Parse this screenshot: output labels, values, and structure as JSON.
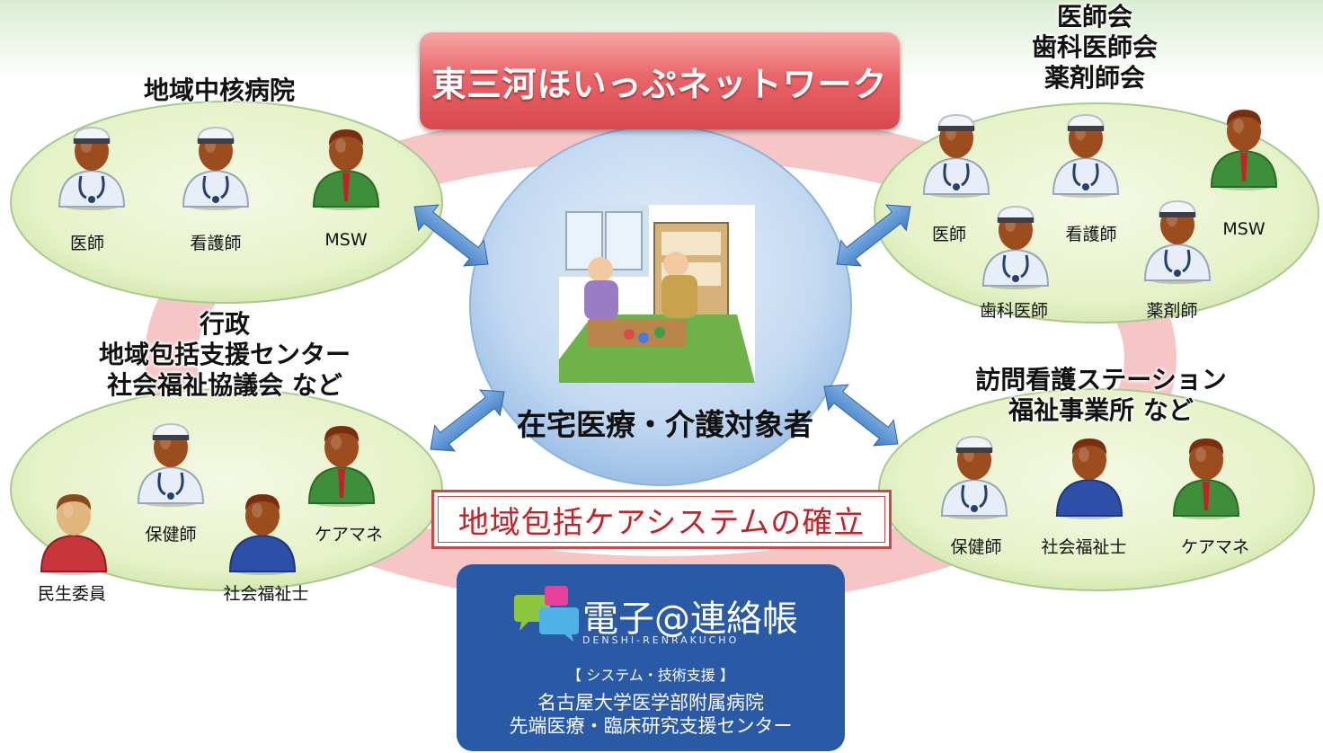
{
  "title": "東三河ほいっぷネットワーク",
  "center": {
    "label": "在宅医療・介護対象者"
  },
  "system_label": "地域包括ケアシステムの確立",
  "groups": {
    "hospital": {
      "heading": [
        "地域中核病院"
      ],
      "roles": [
        "医師",
        "看護師",
        "MSW"
      ]
    },
    "associations": {
      "heading": [
        "医師会",
        "歯科医師会",
        "薬剤師会"
      ],
      "roles": [
        "医師",
        "看護師",
        "MSW",
        "歯科医師",
        "薬剤師"
      ]
    },
    "administration": {
      "heading": [
        "行政",
        "地域包括支援センター",
        "社会福祉協議会 など"
      ],
      "roles": [
        "保健師",
        "ケアマネ",
        "社会福祉士",
        "民生委員"
      ]
    },
    "visiting": {
      "heading": [
        "訪問看護ステーション",
        "福祉事業所 など"
      ],
      "roles": [
        "保健師",
        "社会福祉士",
        "ケアマネ"
      ]
    }
  },
  "denshi": {
    "title": "電子@連絡帳",
    "subtitle": "DENSHI-RENRAKUCHO",
    "support": "【 システム・技術支援 】",
    "org_lines": [
      "名古屋大学医学部附属病院",
      "先端医療・臨床研究支援センター"
    ]
  },
  "colors": {
    "ring": "#f6c4c5",
    "ellipse_fill": "#e9f4cf",
    "ellipse_stroke": "#9cc083",
    "center_fill": "#c7dcf3",
    "arrow": "#5b93d1",
    "title_banner": "#e05a5f",
    "system_text": "#c0242a",
    "denshi_box": "#2a5aa6"
  }
}
